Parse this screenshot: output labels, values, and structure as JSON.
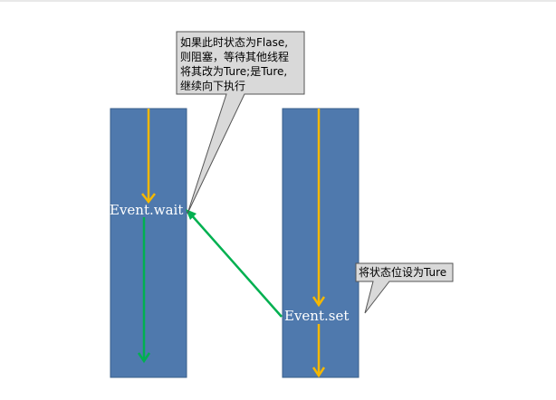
{
  "colors": {
    "page_background": "#ffffff",
    "top_rule": "#d0d0d0",
    "thread_fill": "#4f79ad",
    "thread_stroke": "#3a5f8a",
    "flow_arrow": "#f5b800",
    "signal_arrow": "#00b050",
    "callout_fill": "#d9d9d9",
    "callout_stroke": "#555555",
    "label_text": "#ffffff"
  },
  "threads": {
    "waiting_thread": {
      "label": "Event.wait"
    },
    "setting_thread": {
      "label": "Event.set"
    }
  },
  "callouts": {
    "wait_note": {
      "lines": [
        "如果此时状态为Flase,",
        "则阻塞，等待其他线程",
        "将其改为Ture;是Ture,",
        "继续向下执行"
      ]
    },
    "set_note": {
      "lines": [
        "将状态位设为Ture"
      ]
    }
  },
  "icons": {
    "flow_arrowhead": "chevron-down-icon",
    "signal_arrowhead": "arrow-left-up-icon"
  }
}
